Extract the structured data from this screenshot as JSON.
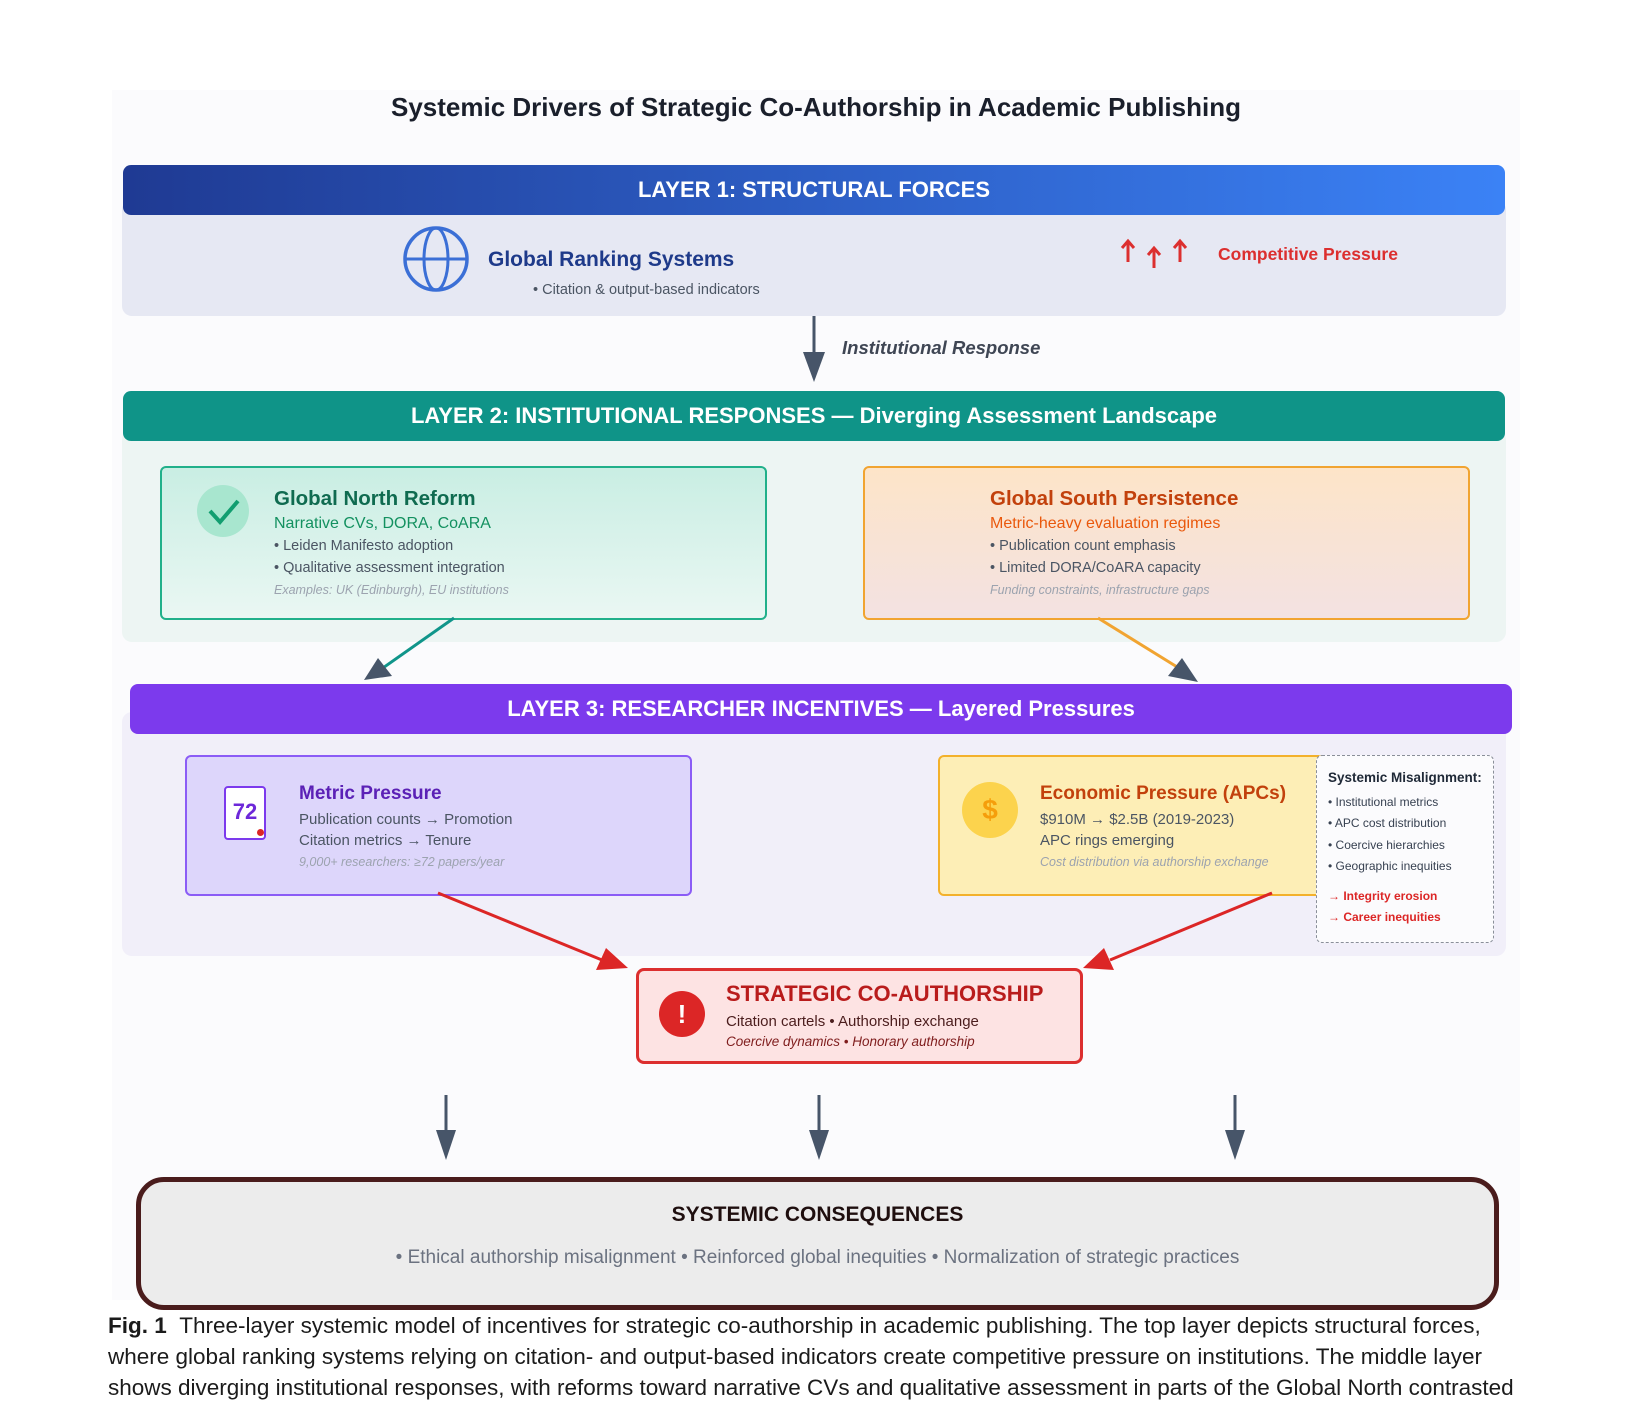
{
  "title": "Systemic Drivers of Strategic Co-Authorship in Academic Publishing",
  "layer1": {
    "banner": "LAYER 1: STRUCTURAL FORCES",
    "ranking_title": "Global Ranking Systems",
    "ranking_sub": "• Citation & output-based indicators",
    "pressure_label": "Competitive Pressure",
    "arrow_label": "Institutional Response",
    "icon": "globe-icon"
  },
  "layer2": {
    "banner": "LAYER 2: INSTITUTIONAL RESPONSES — Diverging Assessment Landscape",
    "north": {
      "title": "Global North Reform",
      "subtitle": "Narrative CVs, DORA, CoARA",
      "bullet1": "• Leiden Manifesto adoption",
      "bullet2": "• Qualitative assessment integration",
      "note": "Examples: UK (Edinburgh), EU institutions",
      "icon": "checkmark-icon"
    },
    "south": {
      "title": "Global South Persistence",
      "subtitle": "Metric-heavy evaluation regimes",
      "bullet1": "• Publication count emphasis",
      "bullet2": "• Limited DORA/CoARA capacity",
      "note": "Funding constraints, infrastructure gaps",
      "icon": "bar-chart-icon"
    }
  },
  "layer3": {
    "banner": "LAYER 3: RESEARCHER INCENTIVES — Layered Pressures",
    "metric": {
      "title": "Metric Pressure",
      "line1": "Publication counts → Promotion",
      "line2": "Citation metrics → Tenure",
      "note": "9,000+ researchers: ≥72 papers/year",
      "icon_text": "72"
    },
    "economic": {
      "title": "Economic Pressure (APCs)",
      "line1": "$910M → $2.5B (2019-2023)",
      "line2": "APC rings emerging",
      "note": "Cost distribution via authorship exchange",
      "icon_text": "$"
    },
    "misalignment": {
      "title": "Systemic Misalignment:",
      "items": [
        "• Institutional metrics",
        "• APC cost distribution",
        "• Coercive hierarchies",
        "• Geographic inequities"
      ],
      "out1": "→ Integrity erosion",
      "out2": "→ Career inequities"
    }
  },
  "strategic": {
    "title": "STRATEGIC CO-AUTHORSHIP",
    "line1": "Citation cartels • Authorship exchange",
    "line2": "Coercive dynamics • Honorary authorship",
    "icon_text": "!"
  },
  "consequences": {
    "title": "SYSTEMIC CONSEQUENCES",
    "line": "• Ethical authorship misalignment • Reinforced global inequities • Normalization of strategic practices"
  },
  "caption": {
    "label": "Fig. 1",
    "text": "Three-layer systemic model of incentives for strategic co-authorship in academic publishing. The top layer depicts structural forces, where global ranking systems relying on citation- and output-based indicators create competitive pressure on institutions. The middle layer shows diverging institutional responses, with reforms toward narrative CVs and qualitative assessment in parts of the Global North contrasted"
  },
  "colors": {
    "layer1": "#1f3a93",
    "layer2": "#0f9488",
    "layer3": "#7c3aed",
    "alert": "#dc2f2f",
    "arrow": "#475569"
  }
}
